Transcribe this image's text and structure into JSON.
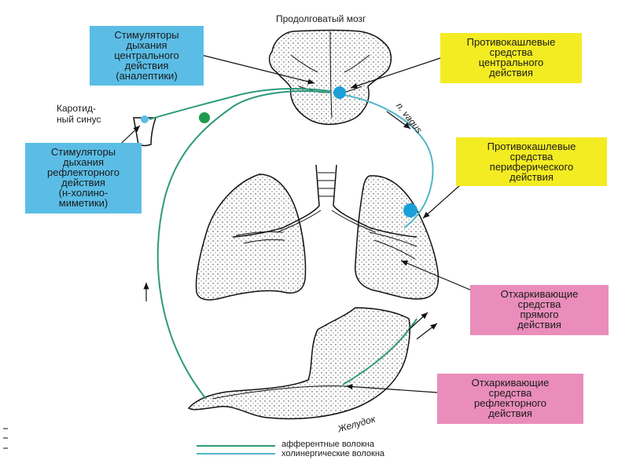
{
  "labels": {
    "brain": "Продолговатый мозг",
    "carotid_line1": "Каротид-",
    "carotid_line2": "ный синус",
    "vagus": "n. vagus",
    "stomach": "Желудок"
  },
  "boxes": {
    "central_stimulants": [
      "Стимуляторы",
      "дыхания",
      "центрального",
      "действия",
      "(аналептики)"
    ],
    "reflex_stimulants": [
      "Стимуляторы",
      "дыхания",
      "рефлекторного",
      "действия",
      "(н-холино-",
      "миметики)"
    ],
    "central_antitussives": [
      "Противокашлевые",
      "средства",
      "центрального",
      "действия"
    ],
    "peripheral_antitussives": [
      "Противокашлевые",
      "средства",
      "периферического",
      "действия"
    ],
    "direct_expectorants": [
      "Отхаркивающие",
      "средства",
      "прямого",
      "действия"
    ],
    "reflex_expectorants": [
      "Отхаркивающие",
      "средства",
      "рефлекторного",
      "действия"
    ]
  },
  "legend": {
    "afferent": "афферентные волокна",
    "cholinergic": "холинергические волокна"
  },
  "colors": {
    "blue_box": "#5bbde6",
    "yellow_box": "#f4ec22",
    "pink_box": "#ea8dba",
    "afferent_line": "#2e9a7a",
    "cholinergic_line": "#4fb6c8"
  }
}
